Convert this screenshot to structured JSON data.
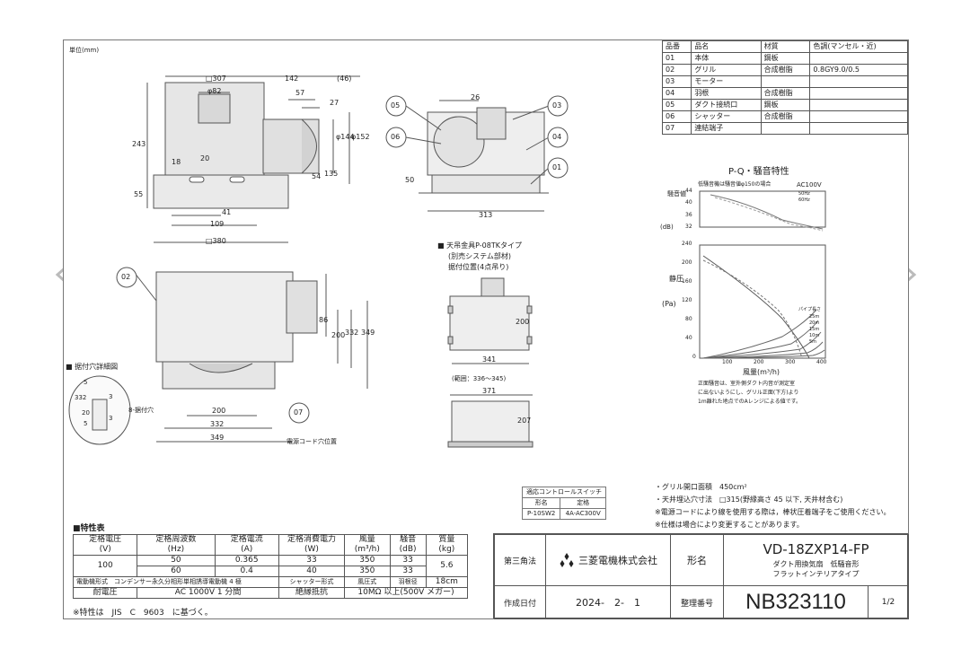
{
  "unit_label": "単位(mm)",
  "nav": {
    "prev_icon": "chevron-left-icon",
    "next_icon": "chevron-right-icon"
  },
  "dims_top": {
    "d307": "□307",
    "d142": "142",
    "d46": "(46)",
    "d82": "φ82",
    "d57": "57",
    "d27": "27",
    "d243": "243",
    "d18": "18",
    "d20": "20",
    "d55": "55",
    "d144": "φ144",
    "d152": "φ152",
    "d54": "54",
    "d135": "135",
    "d41": "41",
    "d109": "109",
    "d380": "□380"
  },
  "dims_side": {
    "d26": "26",
    "d313": "313",
    "d50": "50"
  },
  "callouts": {
    "c01": "01",
    "c02": "02",
    "c03": "03",
    "c04": "04",
    "c05": "05",
    "c06": "06",
    "c07": "07"
  },
  "dims_bottom": {
    "d86": "86",
    "d200": "200",
    "d332": "332",
    "d349": "349",
    "h200": "200",
    "h332": "332",
    "h349": "349"
  },
  "cord_label": "電源コード穴位置",
  "mount_detail": {
    "title": "■ 据付穴詳細図",
    "hole_label": "8-据付穴",
    "d332": "332",
    "d5": "5",
    "d3": "3",
    "d20": "20",
    "d3b": "3",
    "d5b": "5"
  },
  "hanger": {
    "title": "■ 天吊金具P-08TKタイプ",
    "sub1": "(別売システム部材)",
    "sub2": "据付位置(4点吊り)",
    "d200": "200",
    "d341": "341",
    "range": "(範囲：336～345)",
    "d371": "371",
    "d207": "207"
  },
  "parts_table": {
    "headers": [
      "品番",
      "品名",
      "材質",
      "色調(マンセル・近)"
    ],
    "rows": [
      [
        "01",
        "本体",
        "鋼板",
        ""
      ],
      [
        "02",
        "グリル",
        "合成樹脂",
        "0.8GY9.0/0.5"
      ],
      [
        "03",
        "モーター",
        "",
        ""
      ],
      [
        "04",
        "羽根",
        "合成樹脂",
        ""
      ],
      [
        "05",
        "ダクト接続口",
        "鋼板",
        ""
      ],
      [
        "06",
        "シャッター",
        "合成樹脂",
        ""
      ],
      [
        "07",
        "連結端子",
        "",
        ""
      ]
    ]
  },
  "pq_chart": {
    "title": "P-Q・騒音特性",
    "note_top": "低騒音機は騒音値φ150の場合",
    "voltage": "AC100V",
    "legend": [
      "50Hz",
      "60Hz"
    ],
    "noise_label": "騒音値",
    "noise_unit": "(dB)",
    "noise_ticks": [
      "44",
      "40",
      "36",
      "32"
    ],
    "pressure_label": "静圧",
    "pressure_unit": "(Pa)",
    "pressure_ticks": [
      "240",
      "200",
      "160",
      "120",
      "80",
      "40",
      "0"
    ],
    "x_ticks": [
      "100",
      "200",
      "300",
      "400"
    ],
    "xlabel": "風量(m³/h)",
    "pipe_label": "パイプ長さ",
    "pipe_lengths": [
      "25m",
      "20m",
      "15m",
      "10m",
      "5m"
    ],
    "note1": "正面騒音は、室外側ダクト内音が測定室",
    "note2": "に出ないようにし、グリル正面(下方)より",
    "note3": "1m離れた地点でのAレンジによる値です。"
  },
  "control_table": {
    "title": "適応コントロールスイッチ",
    "h1": "形名",
    "h2": "定格",
    "v1": "P-10SW2",
    "v2": "4A-AC300V"
  },
  "notes": [
    "・グリル開口面積　450cm²",
    "・天井埋込穴寸法　□315(野縁高さ 45 以下, 天井材含む)",
    "※電源コードにより線を使用する際は，棒状圧着端子をご使用ください。",
    "※仕様は場合により変更することがあります。"
  ],
  "spec_table": {
    "title": "■特性表",
    "headers": [
      "定格電圧\n(V)",
      "定格周波数\n(Hz)",
      "定格電流\n(A)",
      "定格消費電力\n(W)",
      "風量\n(m³/h)",
      "騒音\n(dB)",
      "質量\n(kg)"
    ],
    "voltage": "100",
    "row50": [
      "50",
      "0.365",
      "33",
      "350",
      "33"
    ],
    "row60": [
      "60",
      "0.4",
      "40",
      "350",
      "33"
    ],
    "mass": "5.6",
    "motor": "電動機形式　コンデンサー永久分相形単相誘導電動機 4 極",
    "shutter": "シャッター形式",
    "shutter_val": "風圧式",
    "blade": "羽根径",
    "blade_val": "18cm",
    "withstand": "耐電圧",
    "withstand_val": "AC 1000V 1 分間",
    "insul": "絶縁抵抗",
    "insul_val": "10MΩ 以上(500V メガー)",
    "footnote": "※特性は　JIS　C　9603　に基づく。"
  },
  "title_block": {
    "projection": "第三角法",
    "company": "三菱電機株式会社",
    "model_label": "形名",
    "model": "VD-18ZXP14-FP",
    "desc1": "ダクト用換気扇　低騒音形",
    "desc2": "フラットインテリアタイプ",
    "date_label": "作成日付",
    "date": "2024-　2-　1",
    "number_label": "整理番号",
    "number": "NB323110",
    "page": "1/2"
  }
}
